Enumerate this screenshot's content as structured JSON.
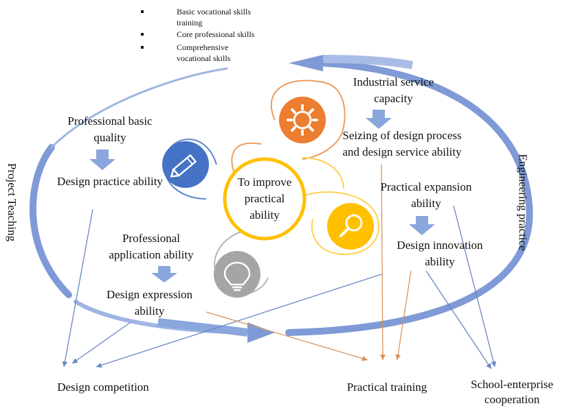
{
  "bullets": [
    "Basic vocational skills\ntraining",
    "Core professional skills",
    "Comprehensive\nvocational skills"
  ],
  "center": "To improve\npractical\nability",
  "left_column": {
    "professional_basic_quality": "Professional basic\nquality",
    "design_practice_ability": "Design practice ability",
    "professional_application_ability": "Professional\napplication ability",
    "design_expression_ability": "Design expression\nability"
  },
  "right_column": {
    "industrial_service_capacity": "Industrial service\ncapacity",
    "seizing_design_process": "Seizing of design process\nand design service ability",
    "practical_expansion_ability": "Practical expansion\nability",
    "design_innovation_ability": "Design innovation\nability"
  },
  "side_labels": {
    "left": "Project Teaching",
    "right": "Engineering practice"
  },
  "outcomes": {
    "design_competition": "Design competition",
    "practical_training": "Practical training",
    "school_enterprise": "School-enterprise\ncooperation"
  },
  "colors": {
    "ring": "#7f9ad6",
    "ring_dark": "#4d6ab0",
    "arrow_fill": "#8aa6dc",
    "gear": "#ed7d31",
    "pencil": "#4472c4",
    "search": "#ffc000",
    "bulb": "#a5a5a5",
    "orange_line": "#d9915a",
    "blue_line": "#6a85c6"
  },
  "icons": [
    "gear-icon",
    "pencil-icon",
    "search-icon",
    "lightbulb-icon"
  ]
}
